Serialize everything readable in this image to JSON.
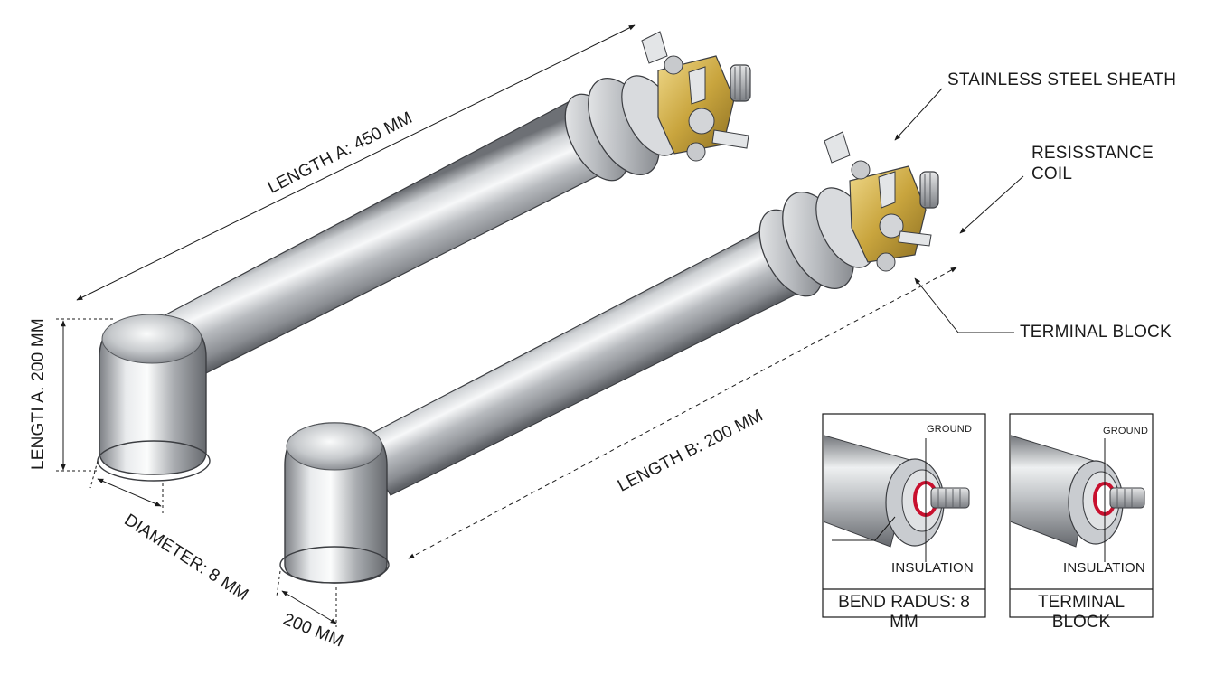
{
  "dimensions": {
    "length_a_450": "LENGTH A: 450 MM",
    "length_a_200": "LENGTI A. 200 MM",
    "length_b_200": "LENGTH B: 200 MM",
    "diameter": "DIAMETER: 8 MM",
    "bottom_200": "200 MM"
  },
  "callouts": {
    "sheath": "STAINLESS STEEL SHEATH",
    "coil_line1": "RESISSTANCE",
    "coil_line2": "COIL",
    "terminal_block": "TERMINAL BLOCK"
  },
  "detail_left": {
    "ground": "GROUND",
    "insulation": "INSULATION",
    "caption": "BEND RADUS: 8 MM"
  },
  "detail_right": {
    "ground": "GROUND",
    "insulation": "INSULATION",
    "caption": "TERMINAL BLOCK"
  },
  "colors": {
    "steel_light": "#f4f5f6",
    "steel_mid": "#b9bcc0",
    "steel_dark": "#6e7176",
    "brass": "#c9a53e",
    "insulation_red": "#c8102e"
  }
}
